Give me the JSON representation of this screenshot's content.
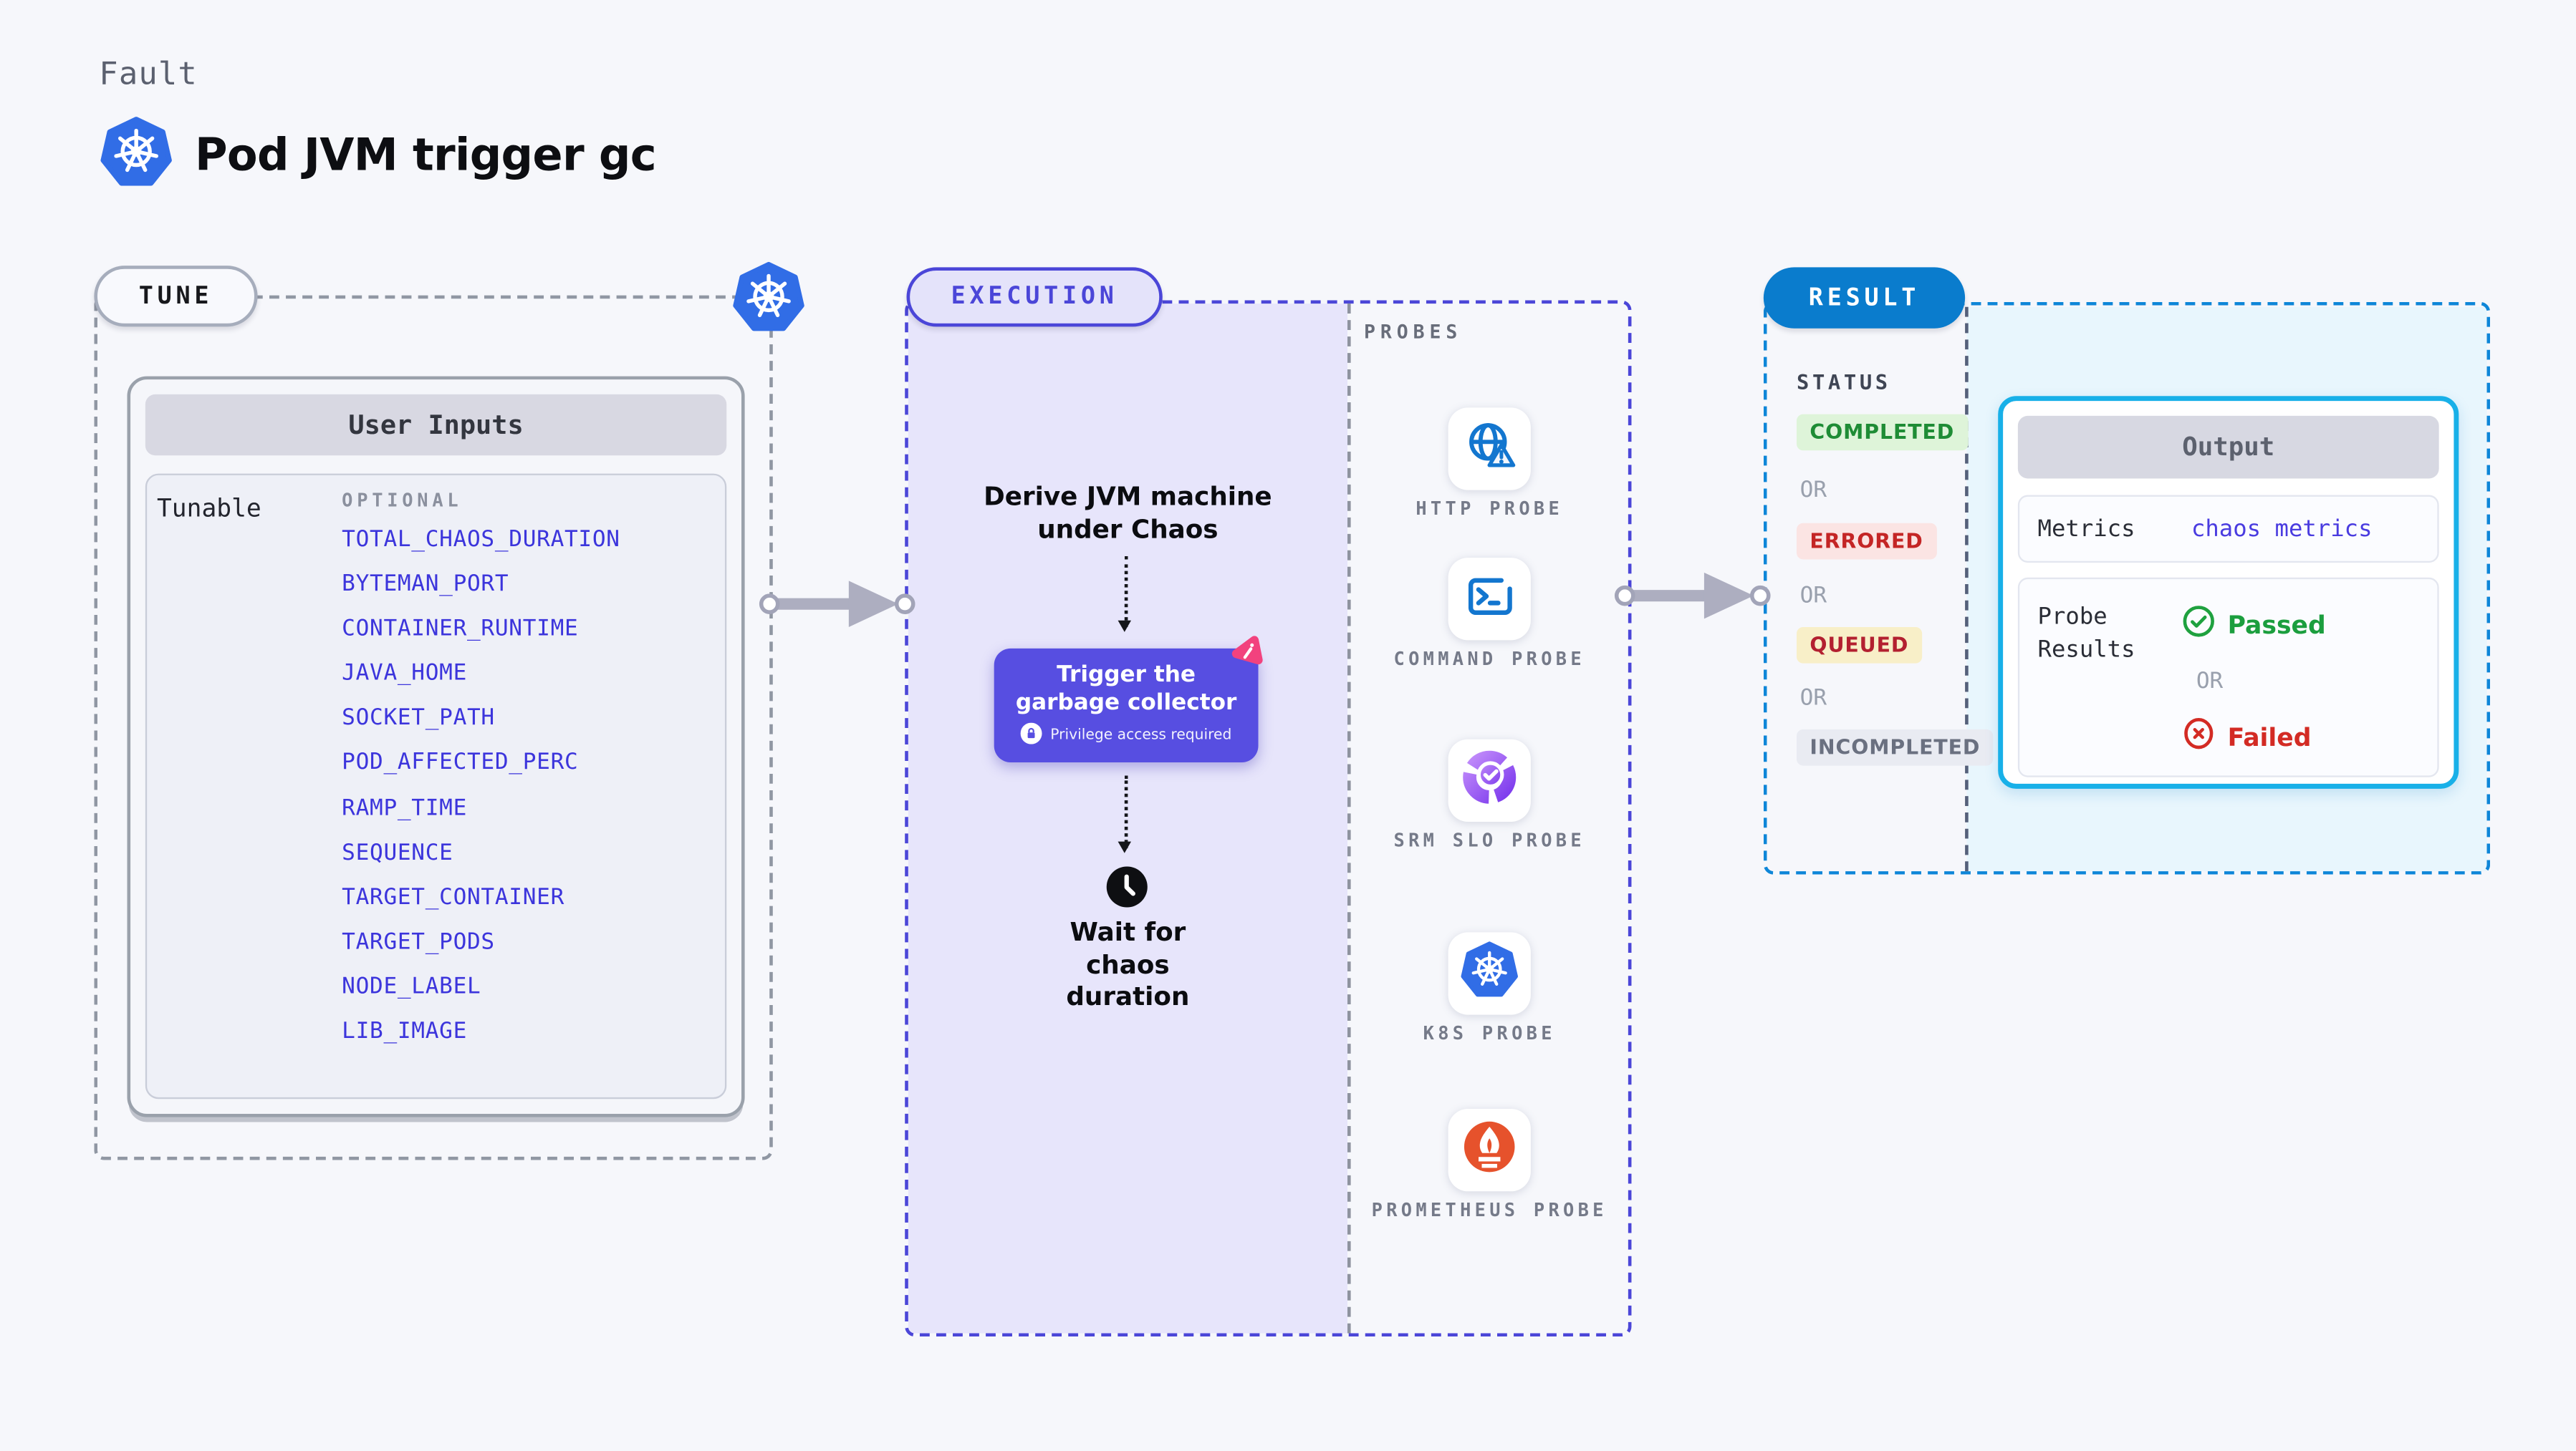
{
  "header": {
    "eyebrow": "Fault",
    "title": "Pod JVM trigger gc"
  },
  "tune": {
    "label": "TUNE",
    "user_inputs": {
      "title": "User Inputs",
      "row_label": "Tunable",
      "column_label": "OPTIONAL",
      "items": [
        "TOTAL_CHAOS_DURATION",
        "BYTEMAN_PORT",
        "CONTAINER_RUNTIME",
        "JAVA_HOME",
        "SOCKET_PATH",
        "POD_AFFECTED_PERC",
        "RAMP_TIME",
        "SEQUENCE",
        "TARGET_CONTAINER",
        "TARGET_PODS",
        "NODE_LABEL",
        "LIB_IMAGE"
      ]
    }
  },
  "execution": {
    "label": "EXECUTION",
    "derive_text": "Derive JVM machine under Chaos",
    "trigger_card": {
      "title": "Trigger the garbage collector",
      "subtitle": "Privilege access required"
    },
    "wait_text": "Wait for chaos duration"
  },
  "probes": {
    "label": "PROBES",
    "items": [
      {
        "name": "HTTP PROBE",
        "icon": "globe-alert-icon"
      },
      {
        "name": "COMMAND PROBE",
        "icon": "terminal-icon"
      },
      {
        "name": "SRM SLO PROBE",
        "icon": "slo-donut-check-icon"
      },
      {
        "name": "K8S PROBE",
        "icon": "kubernetes-icon"
      },
      {
        "name": "PROMETHEUS PROBE",
        "icon": "prometheus-icon"
      }
    ]
  },
  "result": {
    "label": "RESULT",
    "status": {
      "label": "STATUS",
      "or_label": "OR",
      "badges": [
        {
          "text": "COMPLETED",
          "type": "success"
        },
        {
          "text": "ERRORED",
          "type": "error"
        },
        {
          "text": "QUEUED",
          "type": "warning"
        },
        {
          "text": "INCOMPLETED",
          "type": "neutral"
        }
      ]
    },
    "output": {
      "title": "Output",
      "metrics_label": "Metrics",
      "metrics_value": "chaos metrics",
      "probe_results_label": "Probe Results",
      "passed_label": "Passed",
      "or_label": "OR",
      "failed_label": "Failed"
    }
  },
  "colors": {
    "page_background": "#f6f7fb",
    "accent_indigo": "#4b46d8",
    "execution_fill": "#e7e5fb",
    "trigger_card": "#574ee1",
    "result_blue": "#0a7ccd",
    "result_fill": "#e8f6fd",
    "output_border": "#18b0e8",
    "link_indigo": "#3c35dc",
    "success_green": "#1e8c35",
    "error_red": "#c42525",
    "queued_red": "#b32030",
    "pink_mark": "#f2427e",
    "k8s_blue": "#316de6",
    "probe_blue": "#1376cf",
    "prometheus_orange": "#e6522c"
  }
}
